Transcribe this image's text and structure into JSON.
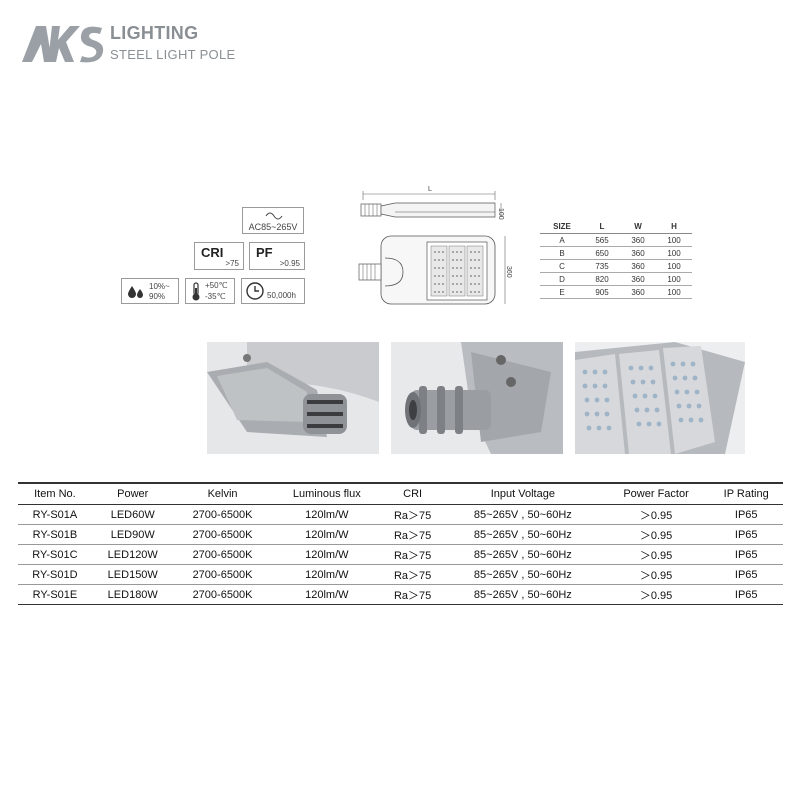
{
  "header": {
    "logo_text": "AKS",
    "brand_title": "LIGHTING",
    "brand_subtitle": "STEEL LIGHT POLE"
  },
  "specs": {
    "voltage": "AC85~265V",
    "cri_label": "CRI",
    "cri_value": ">75",
    "pf_label": "PF",
    "pf_value": ">0.95",
    "humidity_line1": "10%~",
    "humidity_line2": "90%",
    "temp_high": "+50℃",
    "temp_low": "-35℃",
    "lifespan": "50,000h"
  },
  "diagram": {
    "length_label": "L",
    "height_label": "100",
    "width_label": "360"
  },
  "size_table": {
    "headers": [
      "SIZE",
      "L",
      "W",
      "H"
    ],
    "rows": [
      [
        "A",
        "565",
        "360",
        "100"
      ],
      [
        "B",
        "650",
        "360",
        "100"
      ],
      [
        "C",
        "735",
        "360",
        "100"
      ],
      [
        "D",
        "820",
        "360",
        "100"
      ],
      [
        "E",
        "905",
        "360",
        "100"
      ]
    ]
  },
  "product_table": {
    "headers": [
      "Item No.",
      "Power",
      "Kelvin",
      "Luminous flux",
      "CRI",
      "Input Voltage",
      "Power Factor",
      "IP Rating"
    ],
    "rows": [
      [
        "RY-S01A",
        "LED60W",
        "2700-6500K",
        "120lm/W",
        "Ra＞75",
        "85~265V , 50~60Hz",
        "＞0.95",
        "IP65"
      ],
      [
        "RY-S01B",
        "LED90W",
        "2700-6500K",
        "120lm/W",
        "Ra＞75",
        "85~265V , 50~60Hz",
        "＞0.95",
        "IP65"
      ],
      [
        "RY-S01C",
        "LED120W",
        "2700-6500K",
        "120lm/W",
        "Ra＞75",
        "85~265V , 50~60Hz",
        "＞0.95",
        "IP65"
      ],
      [
        "RY-S01D",
        "LED150W",
        "2700-6500K",
        "120lm/W",
        "Ra＞75",
        "85~265V , 50~60Hz",
        "＞0.95",
        "IP65"
      ],
      [
        "RY-S01E",
        "LED180W",
        "2700-6500K",
        "120lm/W",
        "Ra＞75",
        "85~265V , 50~60Hz",
        "＞0.95",
        "IP65"
      ]
    ]
  },
  "colors": {
    "brand_gray": "#8a8f94",
    "border": "#9a9a9a"
  }
}
